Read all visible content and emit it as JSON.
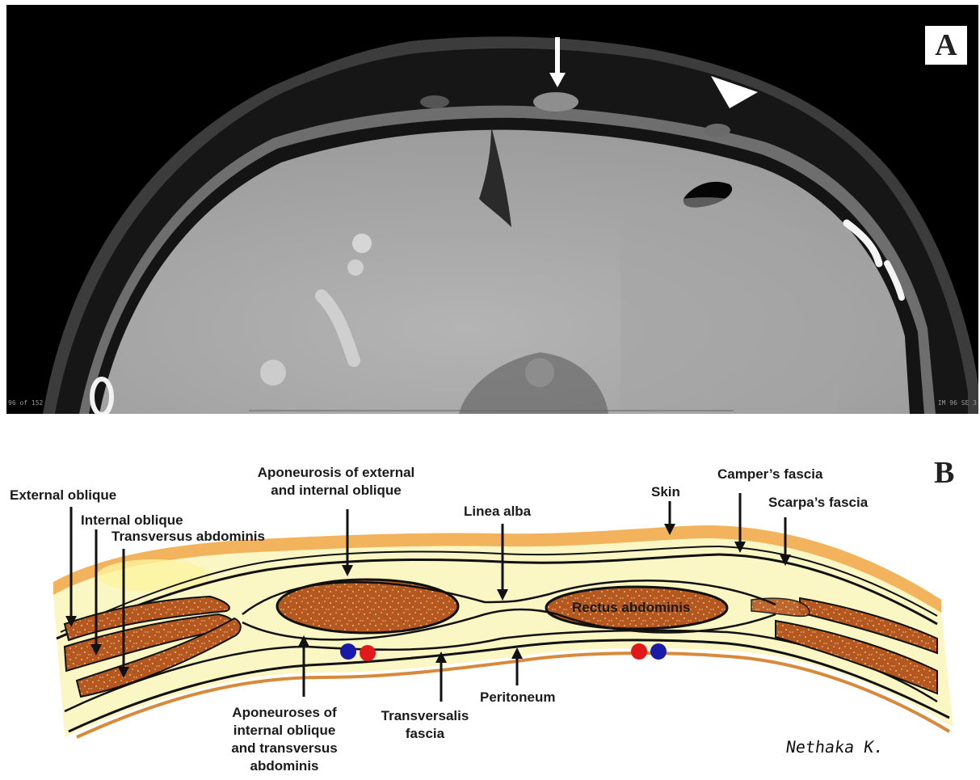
{
  "panels": {
    "a_letter": "A",
    "b_letter": "B"
  },
  "labels": {
    "external_oblique": "External oblique",
    "internal_oblique": "Internal oblique",
    "transversus_abdominis": "Transversus abdominis",
    "aponeurosis_ext_int_line1": "Aponeurosis of external",
    "aponeurosis_ext_int_line2": "and internal oblique",
    "linea_alba": "Linea alba",
    "skin": "Skin",
    "campers_fascia": "Camper’s fascia",
    "scarpas_fascia": "Scarpa’s fascia",
    "rectus_abdominis": "Rectus abdominis",
    "aponeuroses_line1": "Aponeuroses of",
    "aponeuroses_line2": "internal oblique",
    "aponeuroses_line3": "and transversus",
    "aponeuroses_line4": "abdominis",
    "transversalis_line1": "Transversalis",
    "transversalis_line2": "fascia",
    "peritoneum": "Peritoneum"
  },
  "signature": "Nethaka K.",
  "ct_overlay": {
    "left_corner": "96 of 152",
    "right_corner": "IM 96 SE 3"
  },
  "colors": {
    "skin_layer": "#f2b35c",
    "subcutaneous_fat": "#fbf7c4",
    "muscle": "#b5581f",
    "vein_dot": "#1a1aa8",
    "artery_dot": "#e01a1a",
    "ct_liver": "#a9a9a9",
    "ct_fat": "#1b1b1b"
  }
}
